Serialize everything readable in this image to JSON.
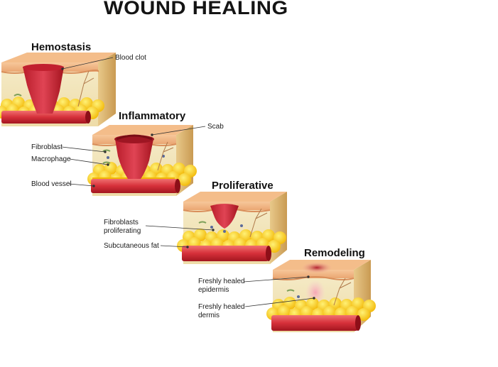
{
  "title": "WOUND HEALING",
  "stages": [
    {
      "name": "Hemostasis",
      "labels": [
        "Blood clot"
      ]
    },
    {
      "name": "Inflammatory",
      "labels": [
        "Scab",
        "Fibroblast",
        "Macrophage",
        "Blood vessel"
      ]
    },
    {
      "name": "Proliferative",
      "labels": [
        "Fibroblasts",
        "proliferating",
        "Subcutaneous fat"
      ]
    },
    {
      "name": "Remodeling",
      "labels": [
        "Freshly healed",
        "epidermis",
        "Freshly healed",
        "dermis"
      ]
    }
  ]
}
